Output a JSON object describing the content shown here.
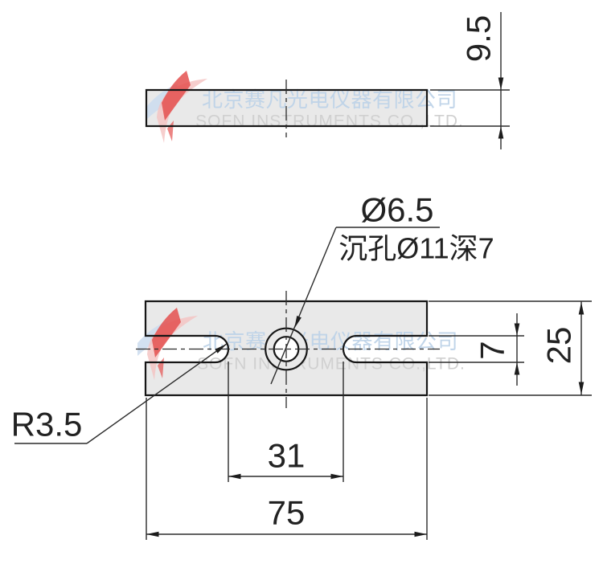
{
  "drawing": {
    "title_hint": "slotted plate technical drawing",
    "watermark": {
      "company_cn": "北京赛凡光电仪器有限公司",
      "company_en": "SOFN INSTRUMENTS CO.,LTD."
    },
    "side_view": {
      "thickness_label": "9.5"
    },
    "front_view": {
      "hole_label": "Ø6.5",
      "counterbore_label": "沉孔Ø11深7",
      "radius_label": "R3.5",
      "hole_spacing_label": "31",
      "length_label": "75",
      "slot_width_label": "7",
      "width_label": "25"
    },
    "colors": {
      "part_fill": "#e9e9e9",
      "line": "#161616",
      "dim_line": "#2b2b2b",
      "watermark_cn": "#bed3e8",
      "watermark_en": "#d0d0d0",
      "logo_red": "#e4504f",
      "logo_pink": "#f4c2c1",
      "logo_blue": "#cbdcee"
    }
  }
}
